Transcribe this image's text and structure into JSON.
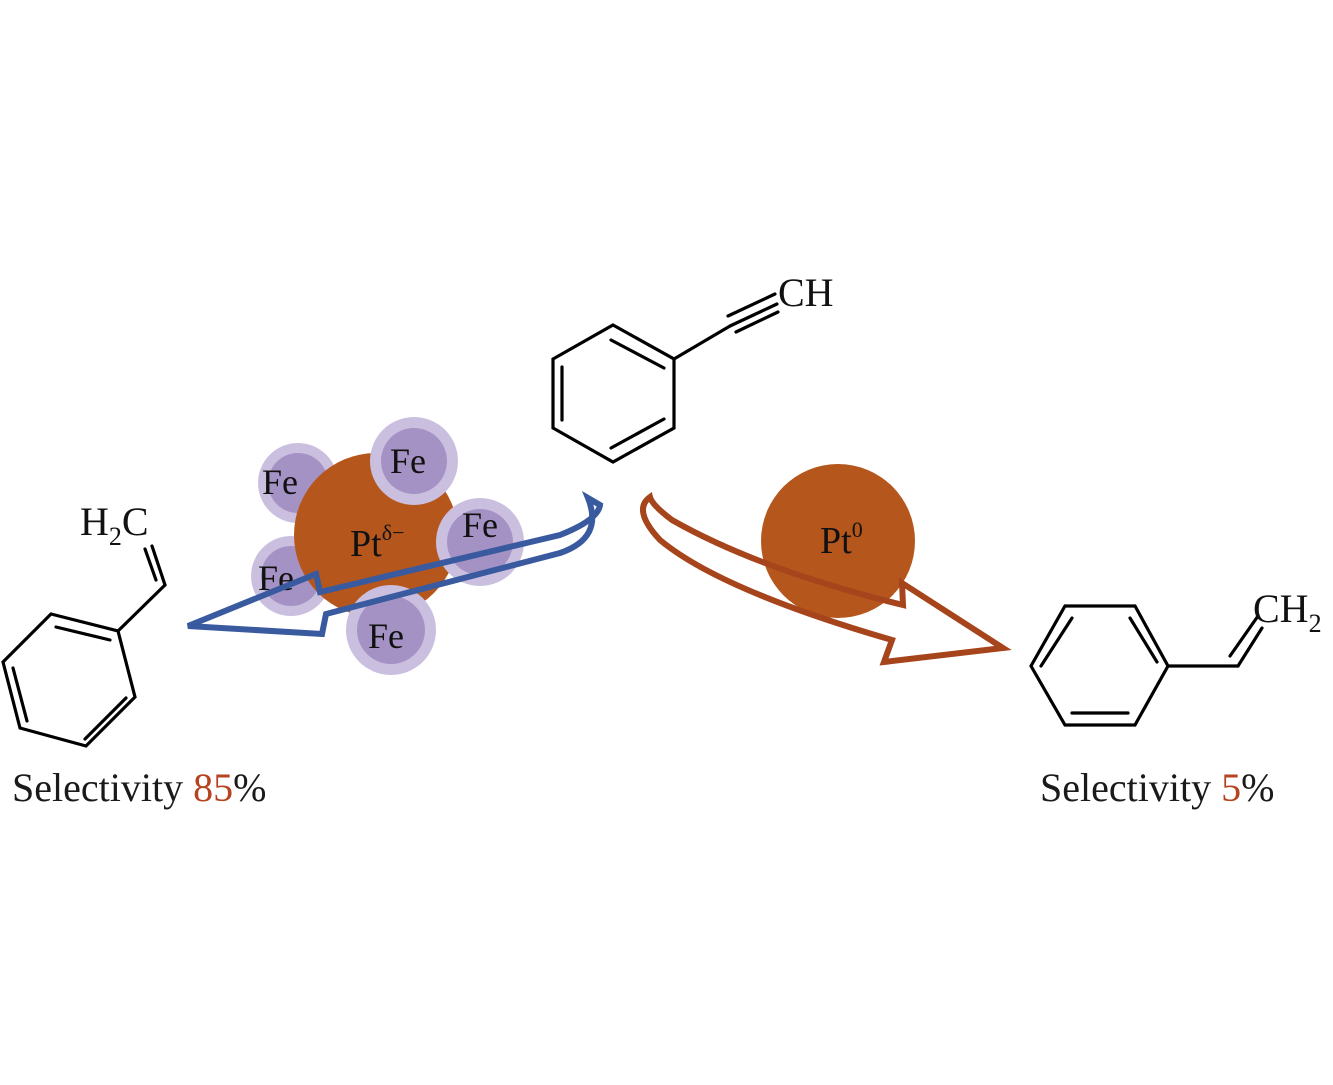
{
  "reactant": {
    "formula_group": "CH",
    "name": "phenylacetylene"
  },
  "left_path": {
    "catalyst_label": "Pt",
    "catalyst_charge": "δ−",
    "promoter_atoms": [
      "Fe",
      "Fe",
      "Fe",
      "Fe",
      "Fe"
    ],
    "product_group": "H",
    "product_group_sub": "2",
    "product_group_tail": "C",
    "selectivity_label": "Selectivity",
    "selectivity_value": "85",
    "selectivity_unit": "%",
    "arrow_color": "#3a5aa0"
  },
  "right_path": {
    "catalyst_label": "Pt",
    "catalyst_charge": "0",
    "product_group": "CH",
    "product_group_sub": "2",
    "selectivity_label": "Selectivity",
    "selectivity_value": "5",
    "selectivity_unit": "%",
    "arrow_color": "#a6441c"
  },
  "colors": {
    "platinum": "#b5571d",
    "iron_outer": "#cbbfe0",
    "iron_inner": "#a592c4",
    "highlight": "#b5431f"
  }
}
